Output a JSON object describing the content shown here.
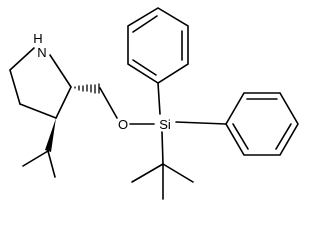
{
  "structure": {
    "atom_labels": {
      "nitrogen": "N",
      "nitrogen_hydrogen": "H",
      "oxygen": "O",
      "silicon": "Si"
    },
    "colors": {
      "bond": "#000000",
      "label": "#000000",
      "background": "#ffffff"
    }
  }
}
